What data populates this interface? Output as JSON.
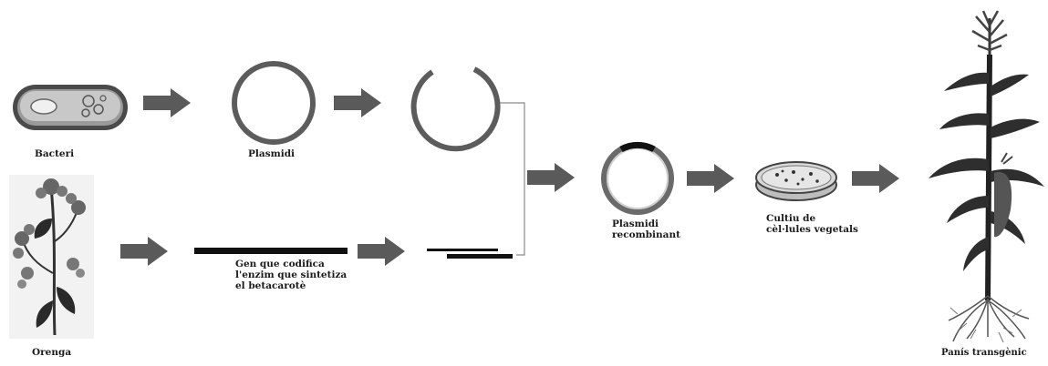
{
  "labels": {
    "bacteria": "Bacteri",
    "plasmid": "Plasmidi",
    "orange_plant": "Orenga",
    "gene": [
      "Gen que codifica",
      "l'enzim que sintetiza",
      "el betacarotè"
    ],
    "recombinant_plasmid": [
      "Plasmidi",
      "recombinant"
    ],
    "cell_culture": [
      "Cultiu de",
      "cèl·lules vegetals"
    ],
    "transgenic_corn": "Panís transgènic"
  },
  "colors": {
    "arrow": "#5a5a5a",
    "plasmid_ring": "#5c5c5c",
    "dna_bar": "#111111",
    "bacteria_body": "#8c8c8c",
    "plant": "#333333"
  }
}
